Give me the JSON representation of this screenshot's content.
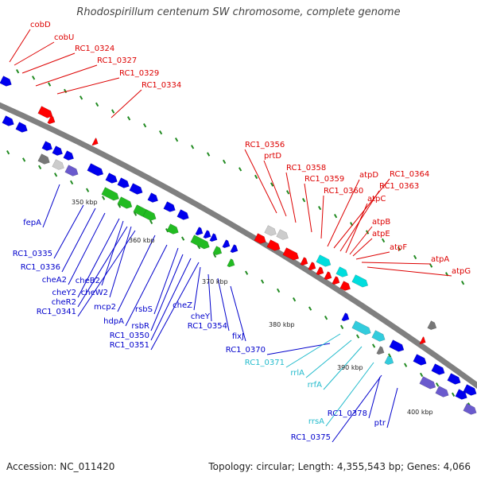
{
  "title": "Rhodospirillum centenum SW chromosome, complete genome",
  "accession": "Accession: NC_011420",
  "summary": "Topology: circular; Length: 4,355,543 bp; Genes: 4,066",
  "colors": {
    "red": "#ff0000",
    "blue": "#0000ee",
    "green": "#22bb22",
    "cyan": "#00dddd",
    "lightcyan": "#33ccdd",
    "gray": "#777777",
    "lightgray": "#cccccc",
    "purple": "#6a5acd",
    "backbone": "#808080",
    "marker": "#228b22"
  },
  "ticks": [
    "350 kbp",
    "360 kbp",
    "370 kbp",
    "380 kbp",
    "390 kbp",
    "400 kbp"
  ],
  "labels": {
    "red": [
      "cobD",
      "cobU",
      "RC1_0324",
      "RC1_0327",
      "RC1_0329",
      "RC1_0334",
      "RC1_0356",
      "prtD",
      "RC1_0358",
      "RC1_0359",
      "RC1_0360",
      "atpD",
      "RC1_0364",
      "RC1_0363",
      "atpC",
      "atpB",
      "atpE",
      "atpF",
      "atpA",
      "atpG"
    ],
    "blue": [
      "fepA",
      "RC1_0335",
      "RC1_0336",
      "cheA2",
      "cheY2",
      "cheB2",
      "cheW2",
      "cheR2",
      "RC1_0341",
      "mcp2",
      "hdpA",
      "rsbS",
      "rsbR",
      "RC1_0350",
      "RC1_0351",
      "cheZ",
      "cheY",
      "RC1_0354",
      "fixJ",
      "RC1_0370",
      "RC1_0378",
      "ptr",
      "RC1_0375"
    ],
    "cyan": [
      "RC1_0371",
      "rrlA",
      "rrfA",
      "rrsA"
    ]
  }
}
